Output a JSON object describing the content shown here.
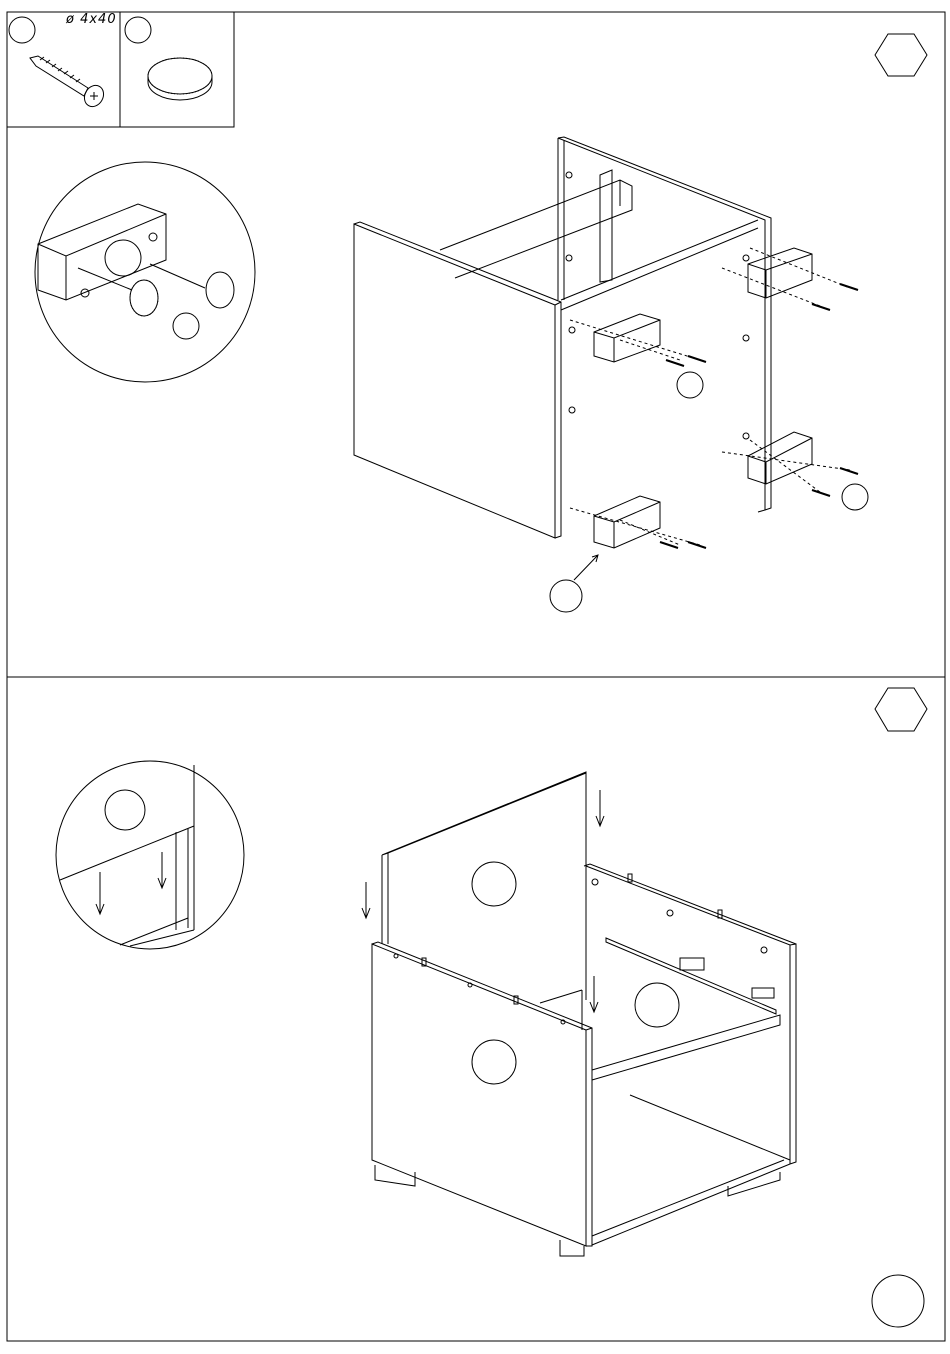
{
  "parts": [
    {
      "name": "screw",
      "spec": "ø 4x40"
    },
    {
      "name": "felt-pad",
      "spec": ""
    }
  ],
  "colors": {
    "line": "#000000",
    "background": "#ffffff"
  }
}
